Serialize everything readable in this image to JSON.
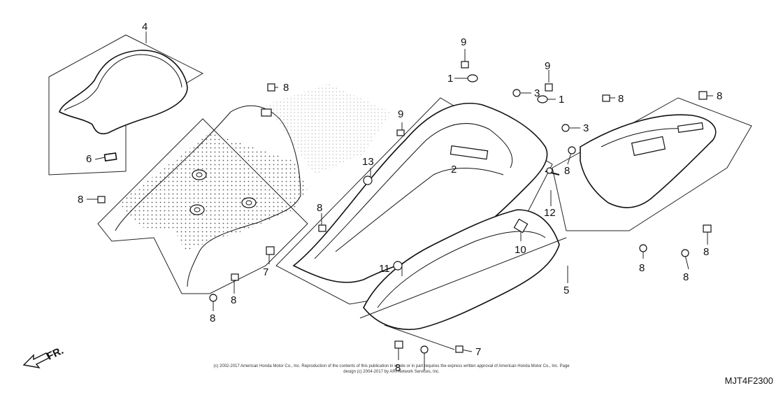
{
  "diagram": {
    "part_code": "MJT4F2300",
    "front_label": "FR.",
    "copyright_text": "(c) 2002-2017 American Honda Motor Co., Inc. Reproduction of the contents of this publication in whole or in part requires the express written approval of American Honda Motor Co., Inc. Page design (c) 2004-2017 by ARI Network Services, Inc.",
    "callouts": [
      "1",
      "1",
      "2",
      "3",
      "3",
      "4",
      "5",
      "6",
      "7",
      "7",
      "8",
      "8",
      "8",
      "8",
      "8",
      "8",
      "8",
      "8",
      "8",
      "8",
      "8",
      "8",
      "9",
      "9",
      "9",
      "10",
      "11",
      "12",
      "13"
    ]
  }
}
